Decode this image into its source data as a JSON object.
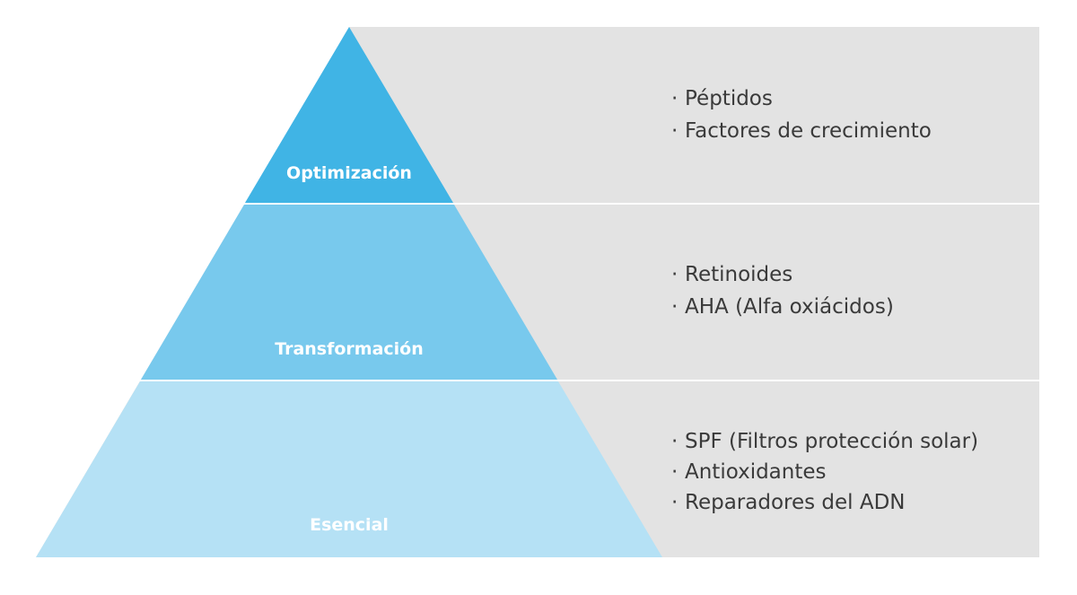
{
  "colors": {
    "background": "#ffffff",
    "panel": "#e3e3e3",
    "divider": "#ffffff",
    "text": "#3a3a3a",
    "label_text": "#ffffff"
  },
  "bullet": "·",
  "tiers": [
    {
      "label": "Optimización",
      "color": "#40b4e5",
      "items": [
        "Péptidos",
        "Factores de crecimiento"
      ]
    },
    {
      "label": "Transformación",
      "color": "#78c9ed",
      "items": [
        "Retinoides",
        "AHA (Alfa oxiácidos)"
      ]
    },
    {
      "label": "Esencial",
      "color": "#b5e1f5",
      "items": [
        "SPF (Filtros protección solar)",
        "Antioxidantes",
        "Reparadores del ADN"
      ]
    }
  ]
}
